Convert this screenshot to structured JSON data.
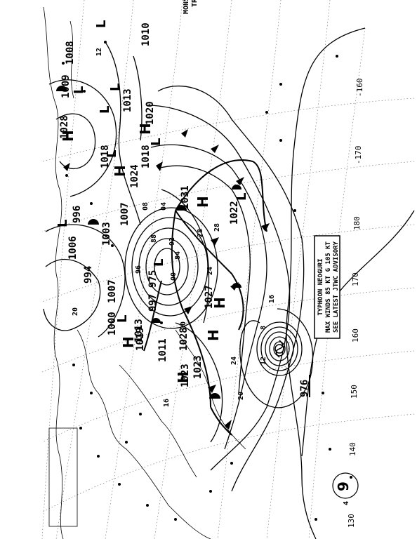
{
  "advisory": {
    "title": "TYPHOON NEOGURI",
    "winds": "MAX WINDS 85 KT G 105 KT",
    "note": "SEE LATEST JTWC ADVISORY"
  },
  "typhoon_pressure": "976",
  "typhoon_symbol": "9",
  "corner_label_1": "MONS",
  "corner_label_2": "TR",
  "longitudes": [
    "-160",
    "-170",
    "180",
    "170",
    "160",
    "150",
    "140",
    "130"
  ],
  "pressure_labels": [
    "1010",
    "1008",
    "1009",
    "1013",
    "1020",
    "1018",
    "1023",
    "1024",
    "1031",
    "1022",
    "1018",
    "996",
    "1007",
    "1006",
    "1003",
    "994",
    "1007",
    "975",
    "997",
    "1027",
    "1000",
    "1013",
    "1011",
    "1028",
    "1023",
    "1019",
    "1028",
    "8",
    "4",
    "12",
    "16",
    "20",
    "24",
    "28"
  ],
  "isobar_values": [
    "08",
    "12",
    "16",
    "20",
    "24",
    "28",
    "00",
    "04",
    "88",
    "92",
    "96",
    "84"
  ],
  "centers": {
    "highs": [
      "H",
      "H",
      "H",
      "H",
      "H",
      "H",
      "H",
      "H"
    ],
    "lows": [
      "L",
      "L",
      "L",
      "L",
      "L",
      "L",
      "L",
      "L",
      "L",
      "L"
    ]
  },
  "colors": {
    "ink": "#000000",
    "paper": "#ffffff",
    "grid": "#666666"
  }
}
